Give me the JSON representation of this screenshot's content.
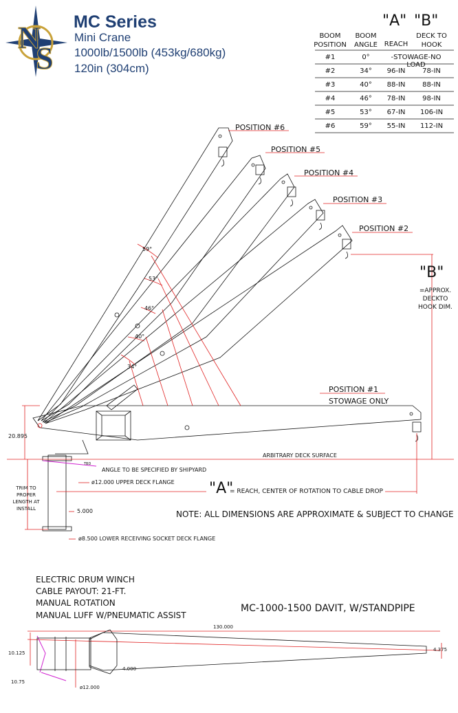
{
  "header": {
    "logo_letters": "NS",
    "title": "MC Series",
    "subtitle_lines": [
      "Mini Crane",
      "1000lb/1500lb (453kg/680kg)",
      "120in (304cm)"
    ]
  },
  "table": {
    "quote_a": "\"A\"",
    "quote_b": "\"B\"",
    "headers": {
      "position": "BOOM\nPOSITION",
      "angle": "BOOM\nANGLE",
      "reach": "REACH",
      "deck": "DECK TO\nHOOK"
    },
    "rows": [
      {
        "pos": "#1",
        "angle": "0°",
        "merged": "-STOWAGE-NO LOAD"
      },
      {
        "pos": "#2",
        "angle": "34°",
        "reach": "96-IN",
        "deck": "78-IN"
      },
      {
        "pos": "#3",
        "angle": "40°",
        "reach": "88-IN",
        "deck": "88-IN"
      },
      {
        "pos": "#4",
        "angle": "46°",
        "reach": "78-IN",
        "deck": "98-IN"
      },
      {
        "pos": "#5",
        "angle": "53°",
        "reach": "67-IN",
        "deck": "106-IN"
      },
      {
        "pos": "#6",
        "angle": "59°",
        "reach": "55-IN",
        "deck": "112-IN"
      }
    ]
  },
  "side_view": {
    "position_labels": [
      "POSITION #6",
      "POSITION #5",
      "POSITION #4",
      "POSITION #3",
      "POSITION #2"
    ],
    "position1": "POSITION #1",
    "stowage": "STOWAGE ONLY",
    "angle_labels": [
      "59°",
      "53°",
      "46°",
      "40°",
      "34°"
    ],
    "b_label": "\"B\"",
    "b_desc": [
      "=APPROX.",
      "DECKTO",
      "HOOK DIM."
    ],
    "deck_surface": "ARBITRARY DECK SURFACE",
    "dim_height": "20.895",
    "angle_note": "ANGLE TO BE SPECIFIED BY SHIPYARD",
    "upper_flange": "ø12.000 UPPER DECK FLANGE",
    "a_label": "\"A\"",
    "a_desc": "= REACH, CENTER OF ROTATION TO CABLE DROP",
    "trim": [
      "TRIM TO",
      "PROPER",
      "LENGTH AT",
      "INSTALL"
    ],
    "dim_5": "5.000",
    "lower_flange": "ø8.500 LOWER RECEIVING SOCKET DECK FLANGE",
    "note": "NOTE: ALL DIMENSIONS ARE APPROXIMATE & SUBJECT TO CHANGE",
    "tbd": "TBD"
  },
  "specs": [
    "ELECTRIC DRUM WINCH",
    "CABLE PAYOUT: 21-FT.",
    "MANUAL ROTATION",
    "MANUAL LUFF W/PNEUMATIC ASSIST"
  ],
  "model": "MC-1000-1500 DAVIT, W/STANDPIPE",
  "top_view": {
    "dim_130": "130.000",
    "dim_10125": "10.125",
    "dim_4375": "4.375",
    "dim_4": "4.000",
    "dim_1075": "10.75",
    "dim_12": "ø12.000"
  },
  "colors": {
    "brand": "#1f3f73",
    "dim_red": "#e02020",
    "magenta": "#d020d0"
  }
}
